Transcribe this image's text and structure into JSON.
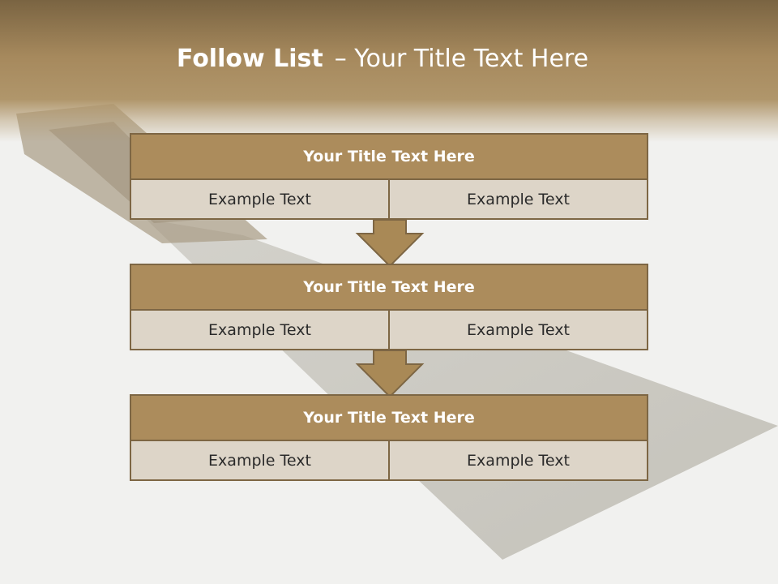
{
  "slide": {
    "title_bold": "Follow List",
    "title_rest": "– Your Title Text Here"
  },
  "steps": [
    {
      "title": "Your Title Text Here",
      "left": "Example Text",
      "right": "Example Text"
    },
    {
      "title": "Your Title Text Here",
      "left": "Example Text",
      "right": "Example Text"
    },
    {
      "title": "Your Title Text Here",
      "left": "Example Text",
      "right": "Example Text"
    }
  ],
  "colors": {
    "header_brown": "#7a6442",
    "title_fill": "#ac8c5c",
    "cell_fill": "#ddd5c8",
    "border": "#7d6644"
  }
}
